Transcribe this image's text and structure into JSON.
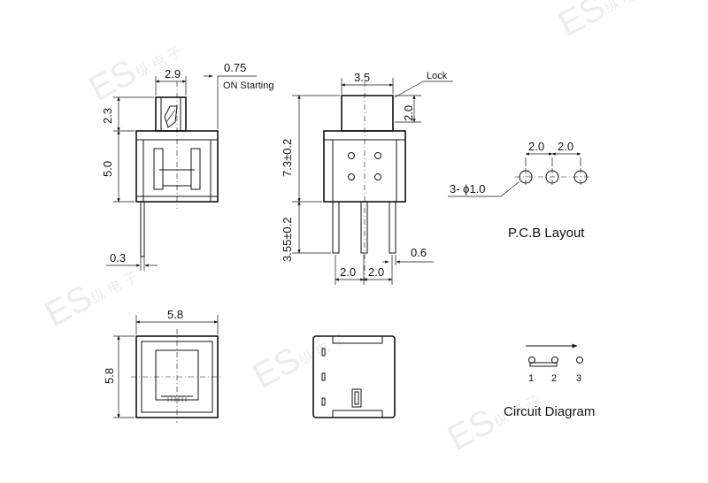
{
  "watermark": {
    "text": "ES",
    "sub": "纵 电 子"
  },
  "side_view": {
    "dim_width": "2.9",
    "dim_offset": "0.75",
    "on_starting": "ON Starting",
    "dim_cap_height": "2.3",
    "dim_body_height": "5.0",
    "dim_pin": "0.3"
  },
  "front_view": {
    "dim_cap_width": "3.5",
    "lock": "Lock",
    "dim_lock": "2.0",
    "dim_total_height": "7.3±0.2",
    "dim_pin_length": "3.55±0.2",
    "dim_pin_thick": "0.6",
    "dim_pitch_1": "2.0",
    "dim_pitch_2": "2.0"
  },
  "pcb": {
    "pitch_1": "2.0",
    "pitch_2": "2.0",
    "holes": "3- ϕ1.0",
    "title": "P.C.B Layout"
  },
  "top_view": {
    "dim_width": "5.8",
    "dim_height": "5.8"
  },
  "circuit": {
    "pins": [
      "1",
      "2",
      "3"
    ],
    "title": "Circuit Diagram"
  }
}
